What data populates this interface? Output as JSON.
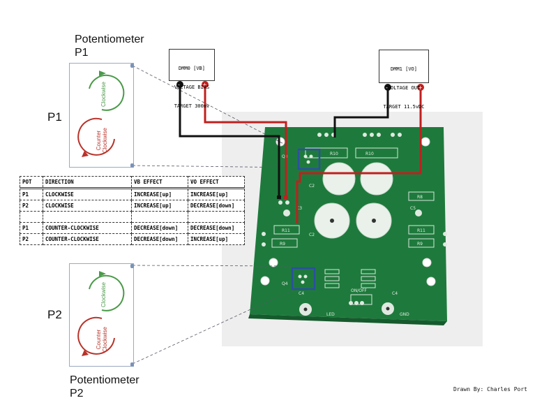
{
  "headings": {
    "p1_top": [
      "Potentiometer",
      "P1"
    ],
    "p1_side": "P1",
    "p2_side": "P2",
    "p2_bottom": [
      "Potentiometer",
      "P2"
    ]
  },
  "dials": {
    "p1": {
      "cw": "Clockwise",
      "ccw": [
        "Counter",
        "Clockwise"
      ]
    },
    "p2": {
      "cw": "Clockwise",
      "ccw": [
        "Counter",
        "Clockwise"
      ]
    },
    "cw_color": "#4a9a48",
    "ccw_color": "#b83229"
  },
  "meters": {
    "dmm0": {
      "lines": [
        "DMM0 [VB]",
        "VOLTAGE BIAS",
        "TARGET 300mv"
      ]
    },
    "dmm1": {
      "lines": [
        "DMM1 [VO]",
        "VOLTAGE OUT",
        "TARGET 11.5vDC"
      ]
    },
    "probe_neg": "-",
    "probe_pos": "+"
  },
  "table": {
    "headers": [
      "POT",
      "DIRECTION",
      "VB EFFECT",
      "VO EFFECT"
    ],
    "rows": [
      [
        "P1",
        "CLOCKWISE",
        "INCREASE[up]",
        "INCREASE[up]"
      ],
      [
        "P2",
        "CLOCKWISE",
        "INCREASE[up]",
        "DECREASE[down]"
      ],
      [
        "",
        "",
        "",
        ""
      ],
      [
        "P1",
        "COUNTER-CLOCKWISE",
        "DECREASE[down]",
        "DECREASE[down]"
      ],
      [
        "P2",
        "COUNTER-CLOCKWISE",
        "DECREASE[down]",
        "INCREASE[up]"
      ]
    ]
  },
  "pcb": {
    "labels": [
      "R10",
      "R10",
      "R8",
      "R11",
      "R11",
      "R9",
      "R9",
      "C2",
      "C2",
      "C4",
      "C4",
      "C5",
      "C3",
      "Q4",
      "Q3",
      "ON/OFF",
      "GND",
      "LED"
    ],
    "board_color": "#1e7a3c",
    "highlight_color": "#2c4fa0"
  },
  "credit": "Drawn By: Charles Port"
}
